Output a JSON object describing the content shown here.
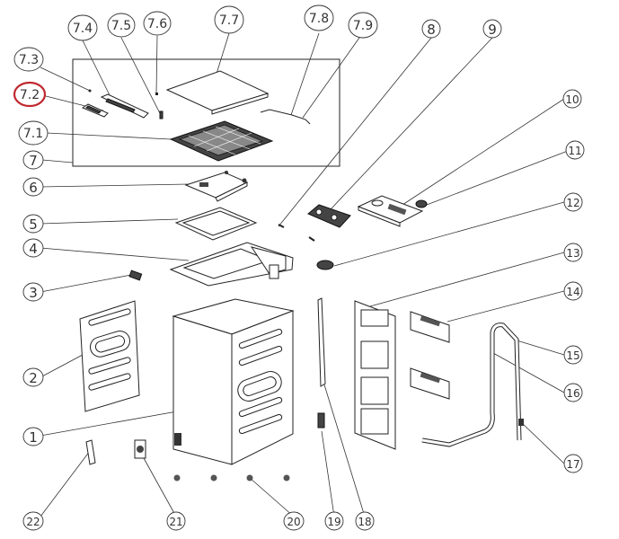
{
  "diagram": {
    "type": "exploded-parts-diagram",
    "highlight_color": "#c0282f",
    "highlighted_part": "7.2",
    "callouts": [
      {
        "id": "7.4",
        "label": "7.4"
      },
      {
        "id": "7.5",
        "label": "7.5"
      },
      {
        "id": "7.6",
        "label": "7.6"
      },
      {
        "id": "7.7",
        "label": "7.7"
      },
      {
        "id": "7.8",
        "label": "7.8"
      },
      {
        "id": "7.9",
        "label": "7.9"
      },
      {
        "id": "7.3",
        "label": "7.3"
      },
      {
        "id": "7.2",
        "label": "7.2",
        "highlighted": true
      },
      {
        "id": "7.1",
        "label": "7.1"
      },
      {
        "id": "7",
        "label": "7"
      },
      {
        "id": "6",
        "label": "6"
      },
      {
        "id": "5",
        "label": "5"
      },
      {
        "id": "4",
        "label": "4"
      },
      {
        "id": "3",
        "label": "3"
      },
      {
        "id": "2",
        "label": "2"
      },
      {
        "id": "1",
        "label": "1"
      },
      {
        "id": "8",
        "label": "8"
      },
      {
        "id": "9",
        "label": "9"
      },
      {
        "id": "10",
        "label": "10"
      },
      {
        "id": "11",
        "label": "11"
      },
      {
        "id": "12",
        "label": "12"
      },
      {
        "id": "13",
        "label": "13"
      },
      {
        "id": "14",
        "label": "14"
      },
      {
        "id": "15",
        "label": "15"
      },
      {
        "id": "16",
        "label": "16"
      },
      {
        "id": "17",
        "label": "17"
      },
      {
        "id": "22",
        "label": "22"
      },
      {
        "id": "21",
        "label": "21"
      },
      {
        "id": "20",
        "label": "20"
      },
      {
        "id": "19",
        "label": "19"
      },
      {
        "id": "18",
        "label": "18"
      }
    ]
  }
}
